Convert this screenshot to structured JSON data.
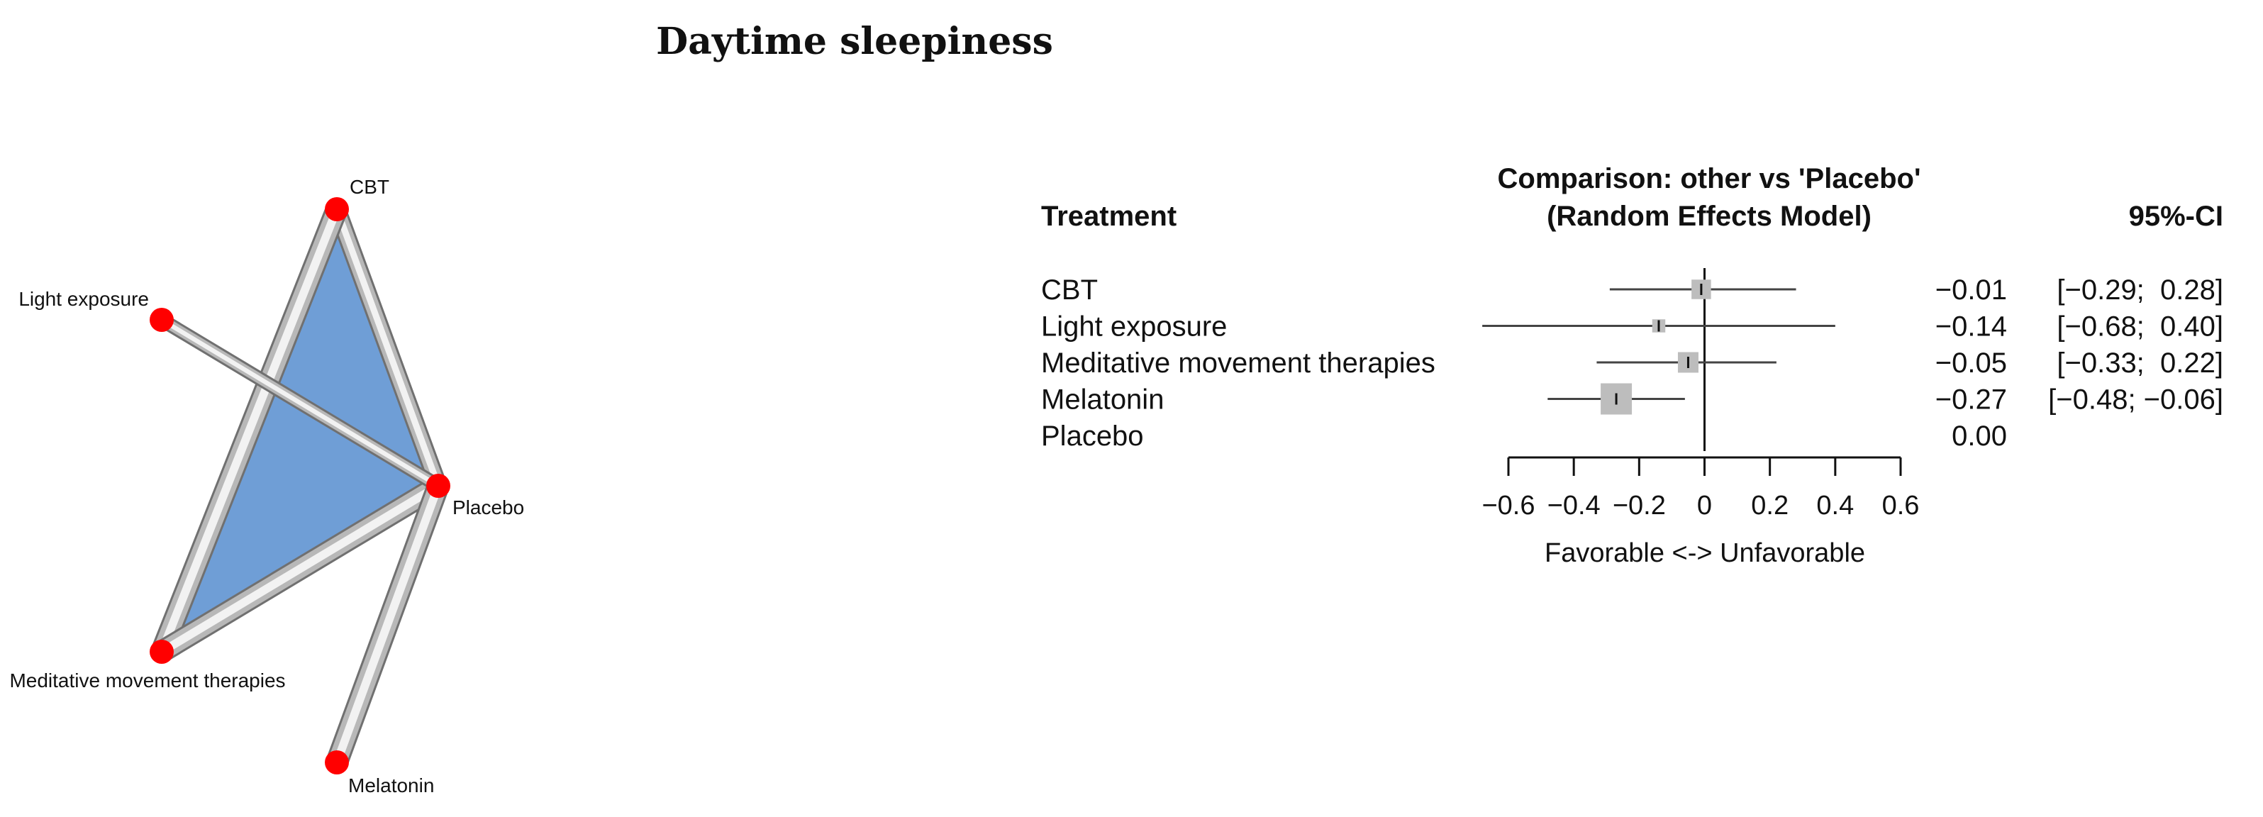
{
  "figure": {
    "title": "Daytime sleepiness"
  },
  "colors": {
    "node": "#ff0000",
    "triangle": "#6f9ed6",
    "edge_dark": "#707070",
    "edge_light": "#f2f2f2",
    "square": "#bdbdbd"
  },
  "chart_data": [
    {
      "type": "network",
      "nodes": [
        {
          "id": "cbt",
          "label": "CBT",
          "x": 0.0,
          "y": 1.0
        },
        {
          "id": "light",
          "label": "Light exposure",
          "x": -0.95,
          "y": 0.6
        },
        {
          "id": "placebo",
          "label": "Placebo",
          "x": 0.55,
          "y": 0.0
        },
        {
          "id": "mmt",
          "label": "Meditative movement therapies",
          "x": -0.95,
          "y": -0.6
        },
        {
          "id": "melatonin",
          "label": "Melatonin",
          "x": 0.0,
          "y": -1.0
        }
      ],
      "edges": [
        {
          "from": "cbt",
          "to": "placebo",
          "weight": 2
        },
        {
          "from": "cbt",
          "to": "mmt",
          "weight": 3
        },
        {
          "from": "mmt",
          "to": "placebo",
          "weight": 3
        },
        {
          "from": "light",
          "to": "placebo",
          "weight": 1
        },
        {
          "from": "placebo",
          "to": "melatonin",
          "weight": 3
        }
      ],
      "multi_arm": [
        [
          "cbt",
          "placebo",
          "mmt"
        ]
      ]
    },
    {
      "type": "forest",
      "title_lines": [
        "Comparison: other vs 'Placebo'",
        "(Random Effects Model)"
      ],
      "treatment_header": "Treatment",
      "ci_header": "95%-CI",
      "xlabel": "Favorable <-> Unfavorable",
      "xlim": [
        -0.6,
        0.6
      ],
      "xticks": [
        -0.6,
        -0.4,
        -0.2,
        0,
        0.2,
        0.4,
        0.6
      ],
      "xtick_labels": [
        "−0.6",
        "−0.4",
        "−0.2",
        "0",
        "0.2",
        "0.4",
        "0.6"
      ],
      "rows": [
        {
          "treatment": "CBT",
          "estimate": -0.01,
          "lower": -0.29,
          "upper": 0.28,
          "est_text": "−0.01",
          "ci_text": "[−0.29;  0.28]",
          "weight": 0.45
        },
        {
          "treatment": "Light exposure",
          "estimate": -0.14,
          "lower": -0.68,
          "upper": 0.4,
          "est_text": "−0.14",
          "ci_text": "[−0.68;  0.40]",
          "weight": 0.15
        },
        {
          "treatment": "Meditative movement therapies",
          "estimate": -0.05,
          "lower": -0.33,
          "upper": 0.22,
          "est_text": "−0.05",
          "ci_text": "[−0.33;  0.22]",
          "weight": 0.5
        },
        {
          "treatment": "Melatonin",
          "estimate": -0.27,
          "lower": -0.48,
          "upper": -0.06,
          "est_text": "−0.27",
          "ci_text": "[−0.48; −0.06]",
          "weight": 1.0
        },
        {
          "treatment": "Placebo",
          "estimate": null,
          "lower": null,
          "upper": null,
          "est_text": "0.00",
          "ci_text": "",
          "weight": 0
        }
      ]
    }
  ]
}
